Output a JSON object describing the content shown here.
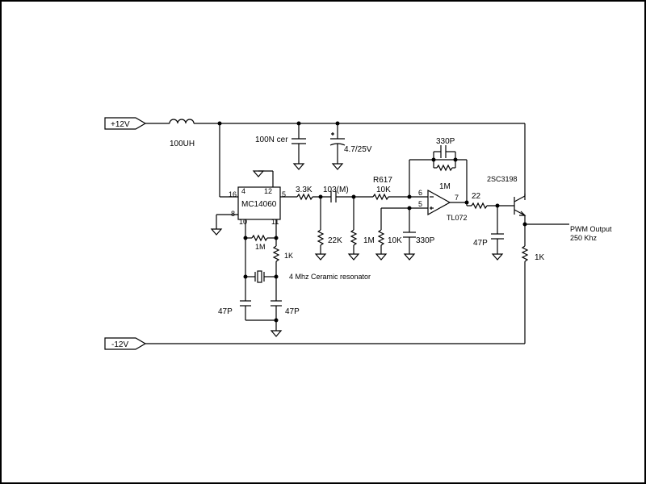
{
  "rails": {
    "positive": "+12V",
    "negative": "-12V"
  },
  "components": {
    "inductor": "100UH",
    "cap_cer": "100N cer",
    "cap_elec": "4.7/25V",
    "ic": "MC14060",
    "ic_pins": {
      "p4": "4",
      "p12": "12",
      "p16": "16",
      "p5": "5",
      "p8": "8",
      "p10": "10",
      "p11": "11"
    },
    "r_3k3": "3.3K",
    "cap_103": "103(M)",
    "r_617": "R617",
    "r_10k_top": "10K",
    "r_22k": "22K",
    "r_1m_gnd": "1M",
    "r_10k_bot": "10K",
    "cap_330p_bot": "330P",
    "cap_330p_fb": "330P",
    "r_1m_fb": "1M",
    "opamp": "TL072",
    "opamp_pins": {
      "p6": "6",
      "p5": "5",
      "p7": "7"
    },
    "r_22": "22",
    "cap_47p_out": "47P",
    "transistor": "2SC3198",
    "r_1k_emit": "1K",
    "r_1m_xtal": "1M",
    "r_1k_xtal": "1K",
    "resonator": "4 Mhz Ceramic resonator",
    "cap_47p_left": "47P",
    "cap_47p_right": "47P"
  },
  "output": {
    "line1": "PWM Output",
    "line2": "250 Khz"
  }
}
